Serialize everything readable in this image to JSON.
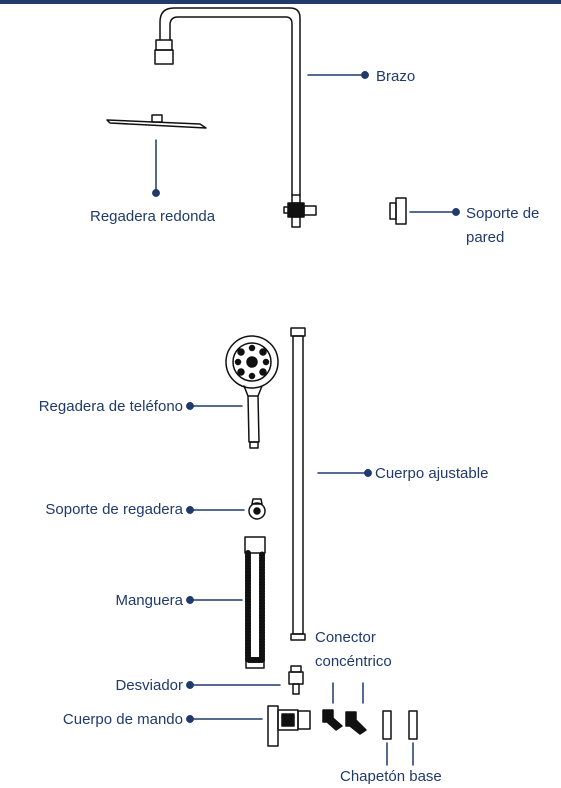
{
  "colors": {
    "accent": "#1f3a6b",
    "line": "#111111",
    "text": "#1f3a6b",
    "fill_dark": "#111111",
    "fill_light": "#ffffff"
  },
  "labels": {
    "brazo": "Brazo",
    "regadera_redonda": "Regadera redonda",
    "soporte_pared_1": "Soporte de",
    "soporte_pared_2": "pared",
    "regadera_telefono": "Regadera de teléfono",
    "cuerpo_ajustable": "Cuerpo ajustable",
    "soporte_regadera": "Soporte de regadera",
    "manguera": "Manguera",
    "conector_1": "Conector",
    "conector_2": "concéntrico",
    "desviador": "Desviador",
    "cuerpo_mando": "Cuerpo de mando",
    "chapeton_base": "Chapetón base"
  }
}
